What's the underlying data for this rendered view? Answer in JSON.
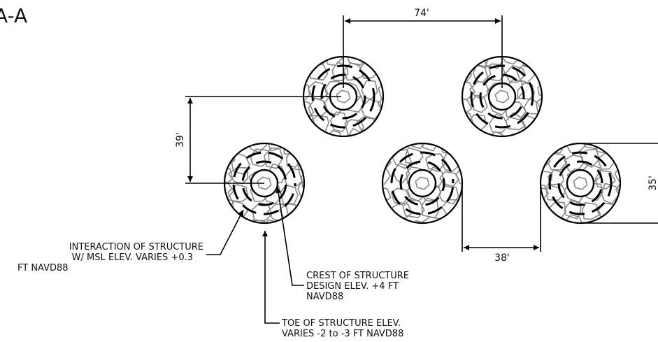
{
  "section_title": "A-A",
  "dimensions": {
    "spacing_horizontal_top": "74'",
    "spacing_vertical_left": "39'",
    "spacing_horizontal_bottom": "38'",
    "diameter_right": "35'"
  },
  "callouts": {
    "msl_interaction": [
      "INTERACTION OF STRUCTURE",
      "W/ MSL ELEV. VARIES +0.3",
      "FT NAVD88"
    ],
    "crest": [
      "CREST OF STRUCTURE",
      "DESIGN ELEV. +4 FT",
      "NAVD88"
    ],
    "toe": [
      "TOE OF STRUCTURE ELEV.",
      "VARIES -2 to -3 FT NAVD88"
    ]
  },
  "structures": [
    {
      "name": "structure-top-left"
    },
    {
      "name": "structure-top-right"
    },
    {
      "name": "structure-bottom-left"
    },
    {
      "name": "structure-bottom-middle"
    },
    {
      "name": "structure-bottom-right"
    }
  ]
}
